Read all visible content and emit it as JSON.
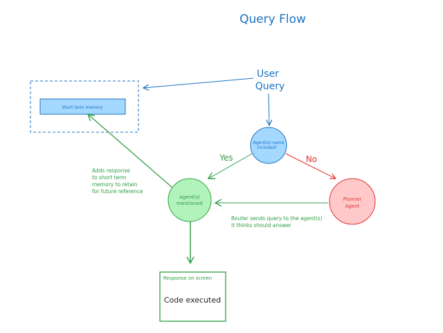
{
  "title": "Query Flow",
  "nodes": {
    "user_query": {
      "line1": "User",
      "line2": "Query"
    },
    "short_term_memory": {
      "label": "Short term memory"
    },
    "decision": {
      "line1": "Agent(s) name",
      "line2": "included?"
    },
    "agent_mentioned": {
      "line1": "Agent(s)",
      "line2": "mentioned"
    },
    "planner_agent": {
      "line1": "Planner",
      "line2": "Agent"
    },
    "response_box": {
      "header": "Response on screen",
      "body": "Code executed"
    }
  },
  "edge_labels": {
    "yes": "Yes",
    "no": "No",
    "router_line1": "Router sends query to the agent(s)",
    "router_line2": "it thinks should answer",
    "memory_line1": "Adds response",
    "memory_line2": "to short term",
    "memory_line3": "memory to retain",
    "memory_line4": "for future reference"
  },
  "colors": {
    "blue_stroke": "#1971c2",
    "blue_fill": "#a5d8ff",
    "green_stroke": "#2f9e44",
    "green_fill": "#b2f2bb",
    "red_stroke": "#e03131",
    "red_fill": "#ffc9c9",
    "text_dark": "#1e1e1e"
  }
}
